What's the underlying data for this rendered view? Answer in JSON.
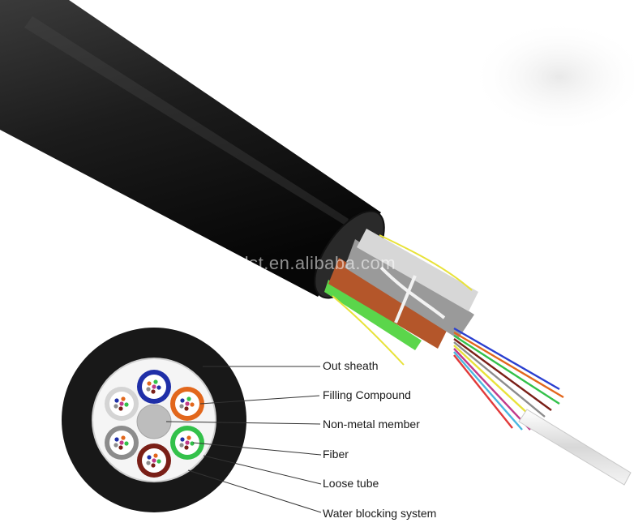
{
  "watermark": "wdst.en.alibaba.com",
  "labels": [
    {
      "id": "out-sheath",
      "text": "Out sheath"
    },
    {
      "id": "filling-compound",
      "text": "Filling Compound"
    },
    {
      "id": "non-metal-member",
      "text": "Non-metal member"
    },
    {
      "id": "fiber",
      "text": "Fiber"
    },
    {
      "id": "loose-tube",
      "text": "Loose tube"
    },
    {
      "id": "water-blocking-system",
      "text": "Water blocking system"
    }
  ],
  "colors": {
    "sheath": "#1b1b1b",
    "tube_blue": "#1f2fa8",
    "tube_orange": "#e2671c",
    "tube_green": "#33c14a",
    "tube_brown": "#7a1f17",
    "tube_grey": "#8c8c8c",
    "tube_white": "#e6e6e6",
    "fiber_yellow": "#e8e23a"
  }
}
